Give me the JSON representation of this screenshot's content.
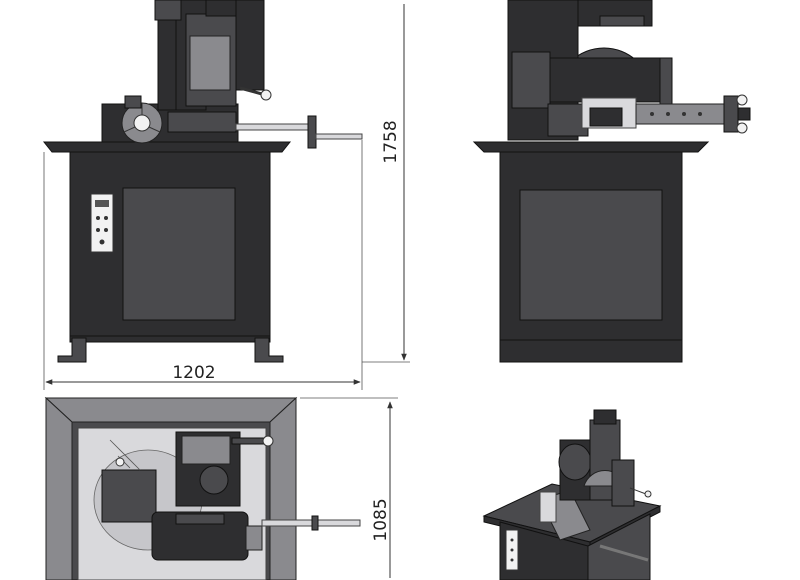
{
  "dimensions": {
    "width": "1202",
    "height": "1758",
    "depth": "1085"
  }
}
